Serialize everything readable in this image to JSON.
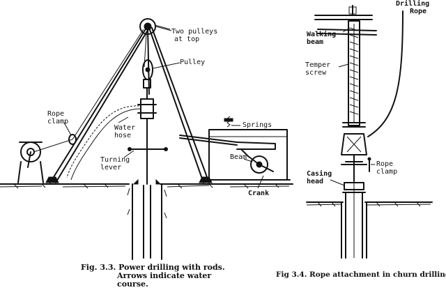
{
  "fig33": {
    "labels": {
      "two_pulleys_line1": "Two pulleys",
      "two_pulleys_line2": "at top",
      "pulley": "Pulley",
      "rope_clamp_line1": "Rope",
      "rope_clamp_line2": "clamp",
      "water_hose_line1": "Water",
      "water_hose_line2": "hose",
      "turning_lever_line1": "Turning",
      "turning_lever_line2": "lever",
      "springs": "Springs",
      "beam": "Beam",
      "crank": "Crank"
    },
    "caption_line1": "Fig. 3.3. Power drilling with rods.",
    "caption_line2": "Arrows indicate water",
    "caption_line3": "course."
  },
  "fig34": {
    "labels": {
      "drilling_rope_line1": "Drilling",
      "drilling_rope_line2": "Rope",
      "walking_beam_line1": "Walking",
      "walking_beam_line2": "beam",
      "temper_screw_line1": "Temper",
      "temper_screw_line2": "screw",
      "rope_clamp_line1": "Rope",
      "rope_clamp_line2": "clamp",
      "casing_head_line1": "Casing",
      "casing_head_line2": "head"
    },
    "caption": "Fig 3.4. Rope attachment in churn drilling"
  }
}
